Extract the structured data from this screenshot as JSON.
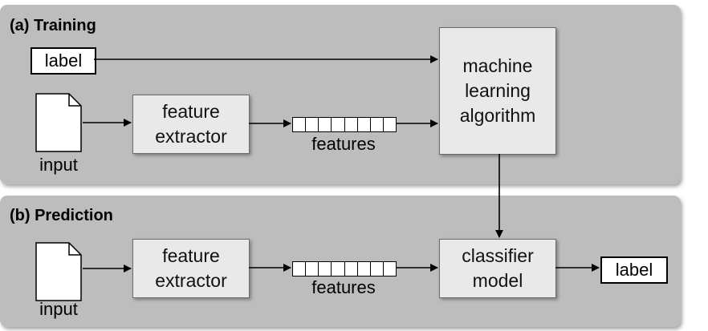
{
  "training": {
    "title": "(a) Training",
    "label": "label",
    "input": "input",
    "feature_extractor": "feature\nextractor",
    "features": "features",
    "algorithm": "machine\nlearning\nalgorithm"
  },
  "prediction": {
    "title": "(b) Prediction",
    "input": "input",
    "feature_extractor": "feature\nextractor",
    "features": "features",
    "model": "classifier\nmodel",
    "label": "label"
  },
  "icons": [
    "document-icon",
    "feature-vector-icon",
    "arrow-icon"
  ],
  "colors": {
    "panel": "#bdbdbd",
    "box": "#e9e9e9",
    "border": "#6b6b6b"
  }
}
